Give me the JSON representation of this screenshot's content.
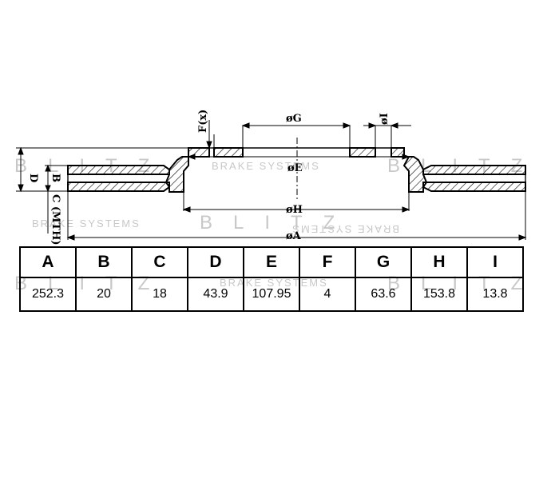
{
  "drawing": {
    "labels": {
      "D": "D",
      "B": "B",
      "C": "C (MTH)",
      "F": "F(x)",
      "G": "øG",
      "I": "øI",
      "E": "øE",
      "H": "øH",
      "A": "øA"
    },
    "watermark": {
      "brand": "BLITZ",
      "brand_fragment_left": "B L I",
      "brand_fragment_mid": "Z",
      "brand_fragment_right": "B L I",
      "tagline": "BRAKE SYSTEMS"
    }
  },
  "table": {
    "headers": [
      "A",
      "B",
      "C",
      "D",
      "E",
      "F",
      "G",
      "H",
      "I"
    ],
    "values": [
      "252.3",
      "20",
      "18",
      "43.9",
      "107.95",
      "4",
      "63.6",
      "153.8",
      "13.8"
    ]
  },
  "colors": {
    "line": "#000000",
    "watermark": "#c8c8c8",
    "background": "#ffffff"
  }
}
